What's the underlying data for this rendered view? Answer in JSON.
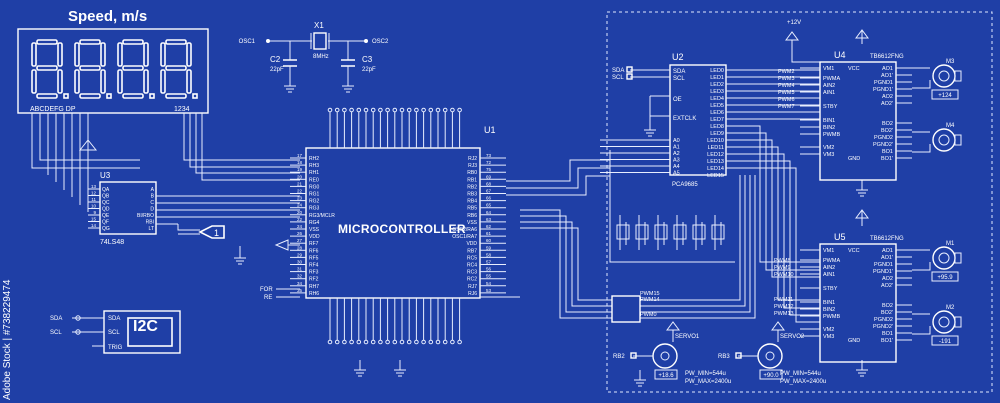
{
  "display": {
    "title": "Speed, m/s",
    "digits": "8.8.8.8",
    "segment_labels": "ABCDEFG DP",
    "digit_labels": "1234"
  },
  "mcu": {
    "name": "MICROCONTROLLER",
    "ref": "U1",
    "left_pins": [
      "RH2",
      "RH3",
      "RH1",
      "RE0",
      "RG0",
      "RG1",
      "RG2",
      "RG3",
      "RG3/MCLR",
      "RG4",
      "VSS",
      "VDD",
      "RF7",
      "RF6",
      "RF5",
      "RF4",
      "RF3",
      "RF2",
      "RH7",
      "RH6"
    ],
    "right_pins": [
      "RJ2",
      "RJ3",
      "RB0",
      "RB1",
      "RB2",
      "RB3",
      "RB4",
      "RB5",
      "RB6",
      "VSS",
      "OSC2/RA6",
      "OSC1/RA7",
      "VDD",
      "RB7",
      "RC5",
      "RC4",
      "RC3",
      "RC2",
      "RJ7",
      "RJ6"
    ],
    "left_nums": [
      "17",
      "18",
      "19",
      "20",
      "21",
      "22",
      "23",
      "24",
      "20",
      "22",
      "24",
      "26",
      "27",
      "28",
      "29",
      "30",
      "31",
      "32",
      "34",
      "35"
    ],
    "right_nums": [
      "73",
      "72",
      "75",
      "69",
      "68",
      "67",
      "66",
      "65",
      "64",
      "63",
      "62",
      "61",
      "60",
      "59",
      "58",
      "57",
      "56",
      "55",
      "54",
      "53"
    ]
  },
  "decoder": {
    "ref": "U3",
    "part": "74LS48",
    "pins_left": [
      "QA",
      "QB",
      "QC",
      "QD",
      "QE",
      "QF",
      "QG"
    ],
    "nums_left": [
      "13",
      "12",
      "11",
      "10",
      "9",
      "15",
      "14"
    ],
    "pins_right": [
      "A",
      "B",
      "C",
      "D",
      "BI/RBO",
      "RBI",
      "LT"
    ],
    "nums_right": [
      "7",
      "1",
      "2",
      "6",
      "4",
      "5",
      "3"
    ]
  },
  "crystal": {
    "ref": "X1",
    "freq": "8MHz",
    "c2": "C2",
    "c3": "C3",
    "cap_val": "22pF",
    "osc1": "OSC1",
    "osc2": "OSC2"
  },
  "pwm_chip": {
    "ref": "U2",
    "part": "PCA9685",
    "sda": "SDA",
    "scl": "SCL",
    "oe": "OE",
    "extclk": "EXTCLK",
    "addr": [
      "A0",
      "A1",
      "A2",
      "A3",
      "A4",
      "A5"
    ],
    "leds": [
      "LED0",
      "LED1",
      "LED2",
      "LED3",
      "LED4",
      "LED5",
      "LED6",
      "LED7",
      "LED8",
      "LED9",
      "LED10",
      "LED11",
      "LED12",
      "LED13",
      "LED14",
      "LED15"
    ]
  },
  "driver1": {
    "ref": "U4",
    "part": "TB6612FNG",
    "motor_a": "M3",
    "motor_b": "M4",
    "reading_a": "+124"
  },
  "driver2": {
    "ref": "U5",
    "part": "TB6612FNG",
    "motor_a": "M1",
    "motor_b": "M2",
    "reading_a": "+95.9",
    "reading_b": "-191"
  },
  "driver_pins_left": [
    "VM1",
    "PWMA",
    "AIN2",
    "AIN1",
    "STBY",
    "BIN1",
    "BIN2",
    "PWMB",
    "VM2",
    "VM3"
  ],
  "driver_pins_right": [
    "VCC",
    "AO1",
    "AO1'",
    "PGND1",
    "PGND1'",
    "AO2",
    "AO2'",
    "BO2",
    "BO2'",
    "PGND2",
    "PGND2'",
    "BO1",
    "BO1'",
    "GND"
  ],
  "pwm_labels": [
    "PWM2",
    "PWM3",
    "PWM4",
    "PWM5",
    "PWM6",
    "PWM7",
    "PWM8",
    "PWM9",
    "PWM10",
    "PWM11",
    "PWM12",
    "PWM13",
    "PWM14",
    "PWM15",
    "PWM0"
  ],
  "supply": "+12V",
  "servos": [
    {
      "ref": "SERVO1",
      "pin": "RB2",
      "reading": "+18.6"
    },
    {
      "ref": "SERVO2",
      "pin": "RB3",
      "reading": "+90.0"
    }
  ],
  "servo_params": {
    "min": "PW_MIN=544u",
    "max": "PW_MAX=2400u"
  },
  "i2c": {
    "title": "I2C",
    "sda": "SDA",
    "scl": "SCL",
    "trig": "TRIG"
  },
  "for_re": {
    "a": "FOR",
    "b": "RE"
  },
  "watermark": "Adobe Stock | #738229474"
}
